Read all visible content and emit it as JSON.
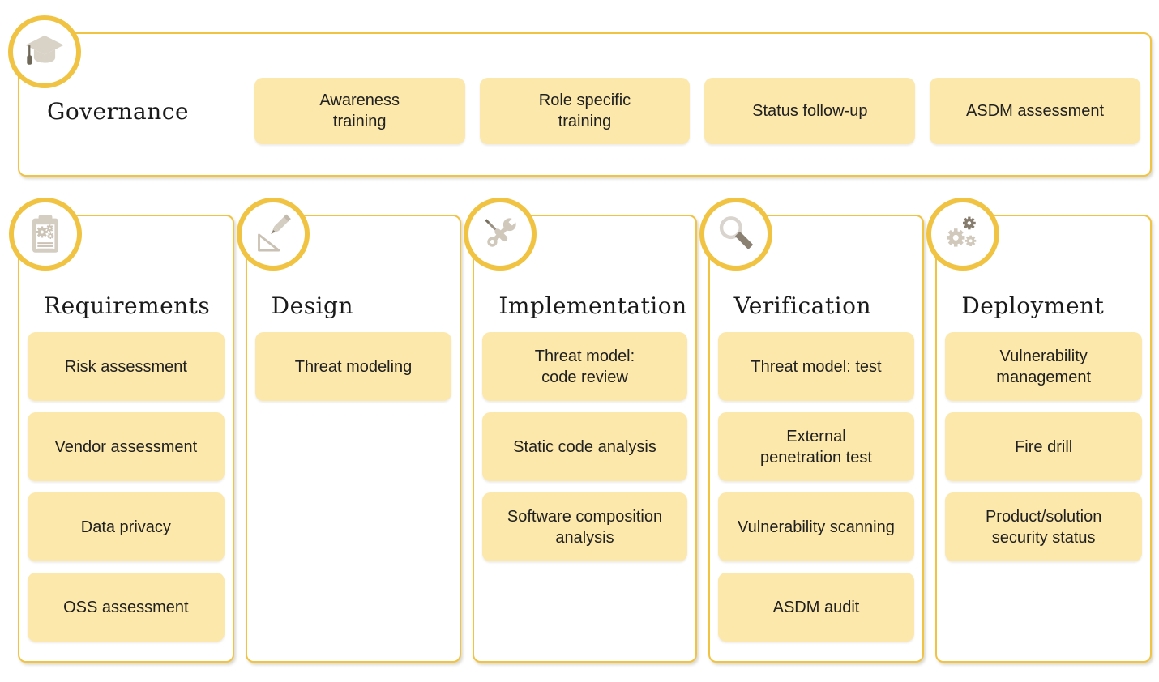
{
  "colors": {
    "accent_gold_border": "#F0C343",
    "chip_fill": "#FCE8AB",
    "icon_tan": "#D4CDC2",
    "icon_dark_taupe": "#857C6E",
    "text_dark": "#202020"
  },
  "governance": {
    "title": "Governance",
    "icon": "graduation-cap-icon",
    "items": [
      "Awareness\ntraining",
      "Role specific\ntraining",
      "Status follow-up",
      "ASDM assessment"
    ]
  },
  "columns": [
    {
      "title": "Requirements",
      "icon": "clipboard-gears-icon",
      "items": [
        "Risk assessment",
        "Vendor assessment",
        "Data privacy",
        "OSS assessment"
      ]
    },
    {
      "title": "Design",
      "icon": "set-square-pencil-icon",
      "items": [
        "Threat modeling"
      ]
    },
    {
      "title": "Implementation",
      "icon": "screwdriver-wrench-icon",
      "items": [
        "Threat model:\ncode review",
        "Static code analysis",
        "Software composition\nanalysis"
      ]
    },
    {
      "title": "Verification",
      "icon": "magnifier-icon",
      "items": [
        "Threat model: test",
        "External\npenetration test",
        "Vulnerability scanning",
        "ASDM audit"
      ]
    },
    {
      "title": "Deployment",
      "icon": "gears-icon",
      "items": [
        "Vulnerability\nmanagement",
        "Fire drill",
        "Product/solution\nsecurity status"
      ]
    }
  ]
}
